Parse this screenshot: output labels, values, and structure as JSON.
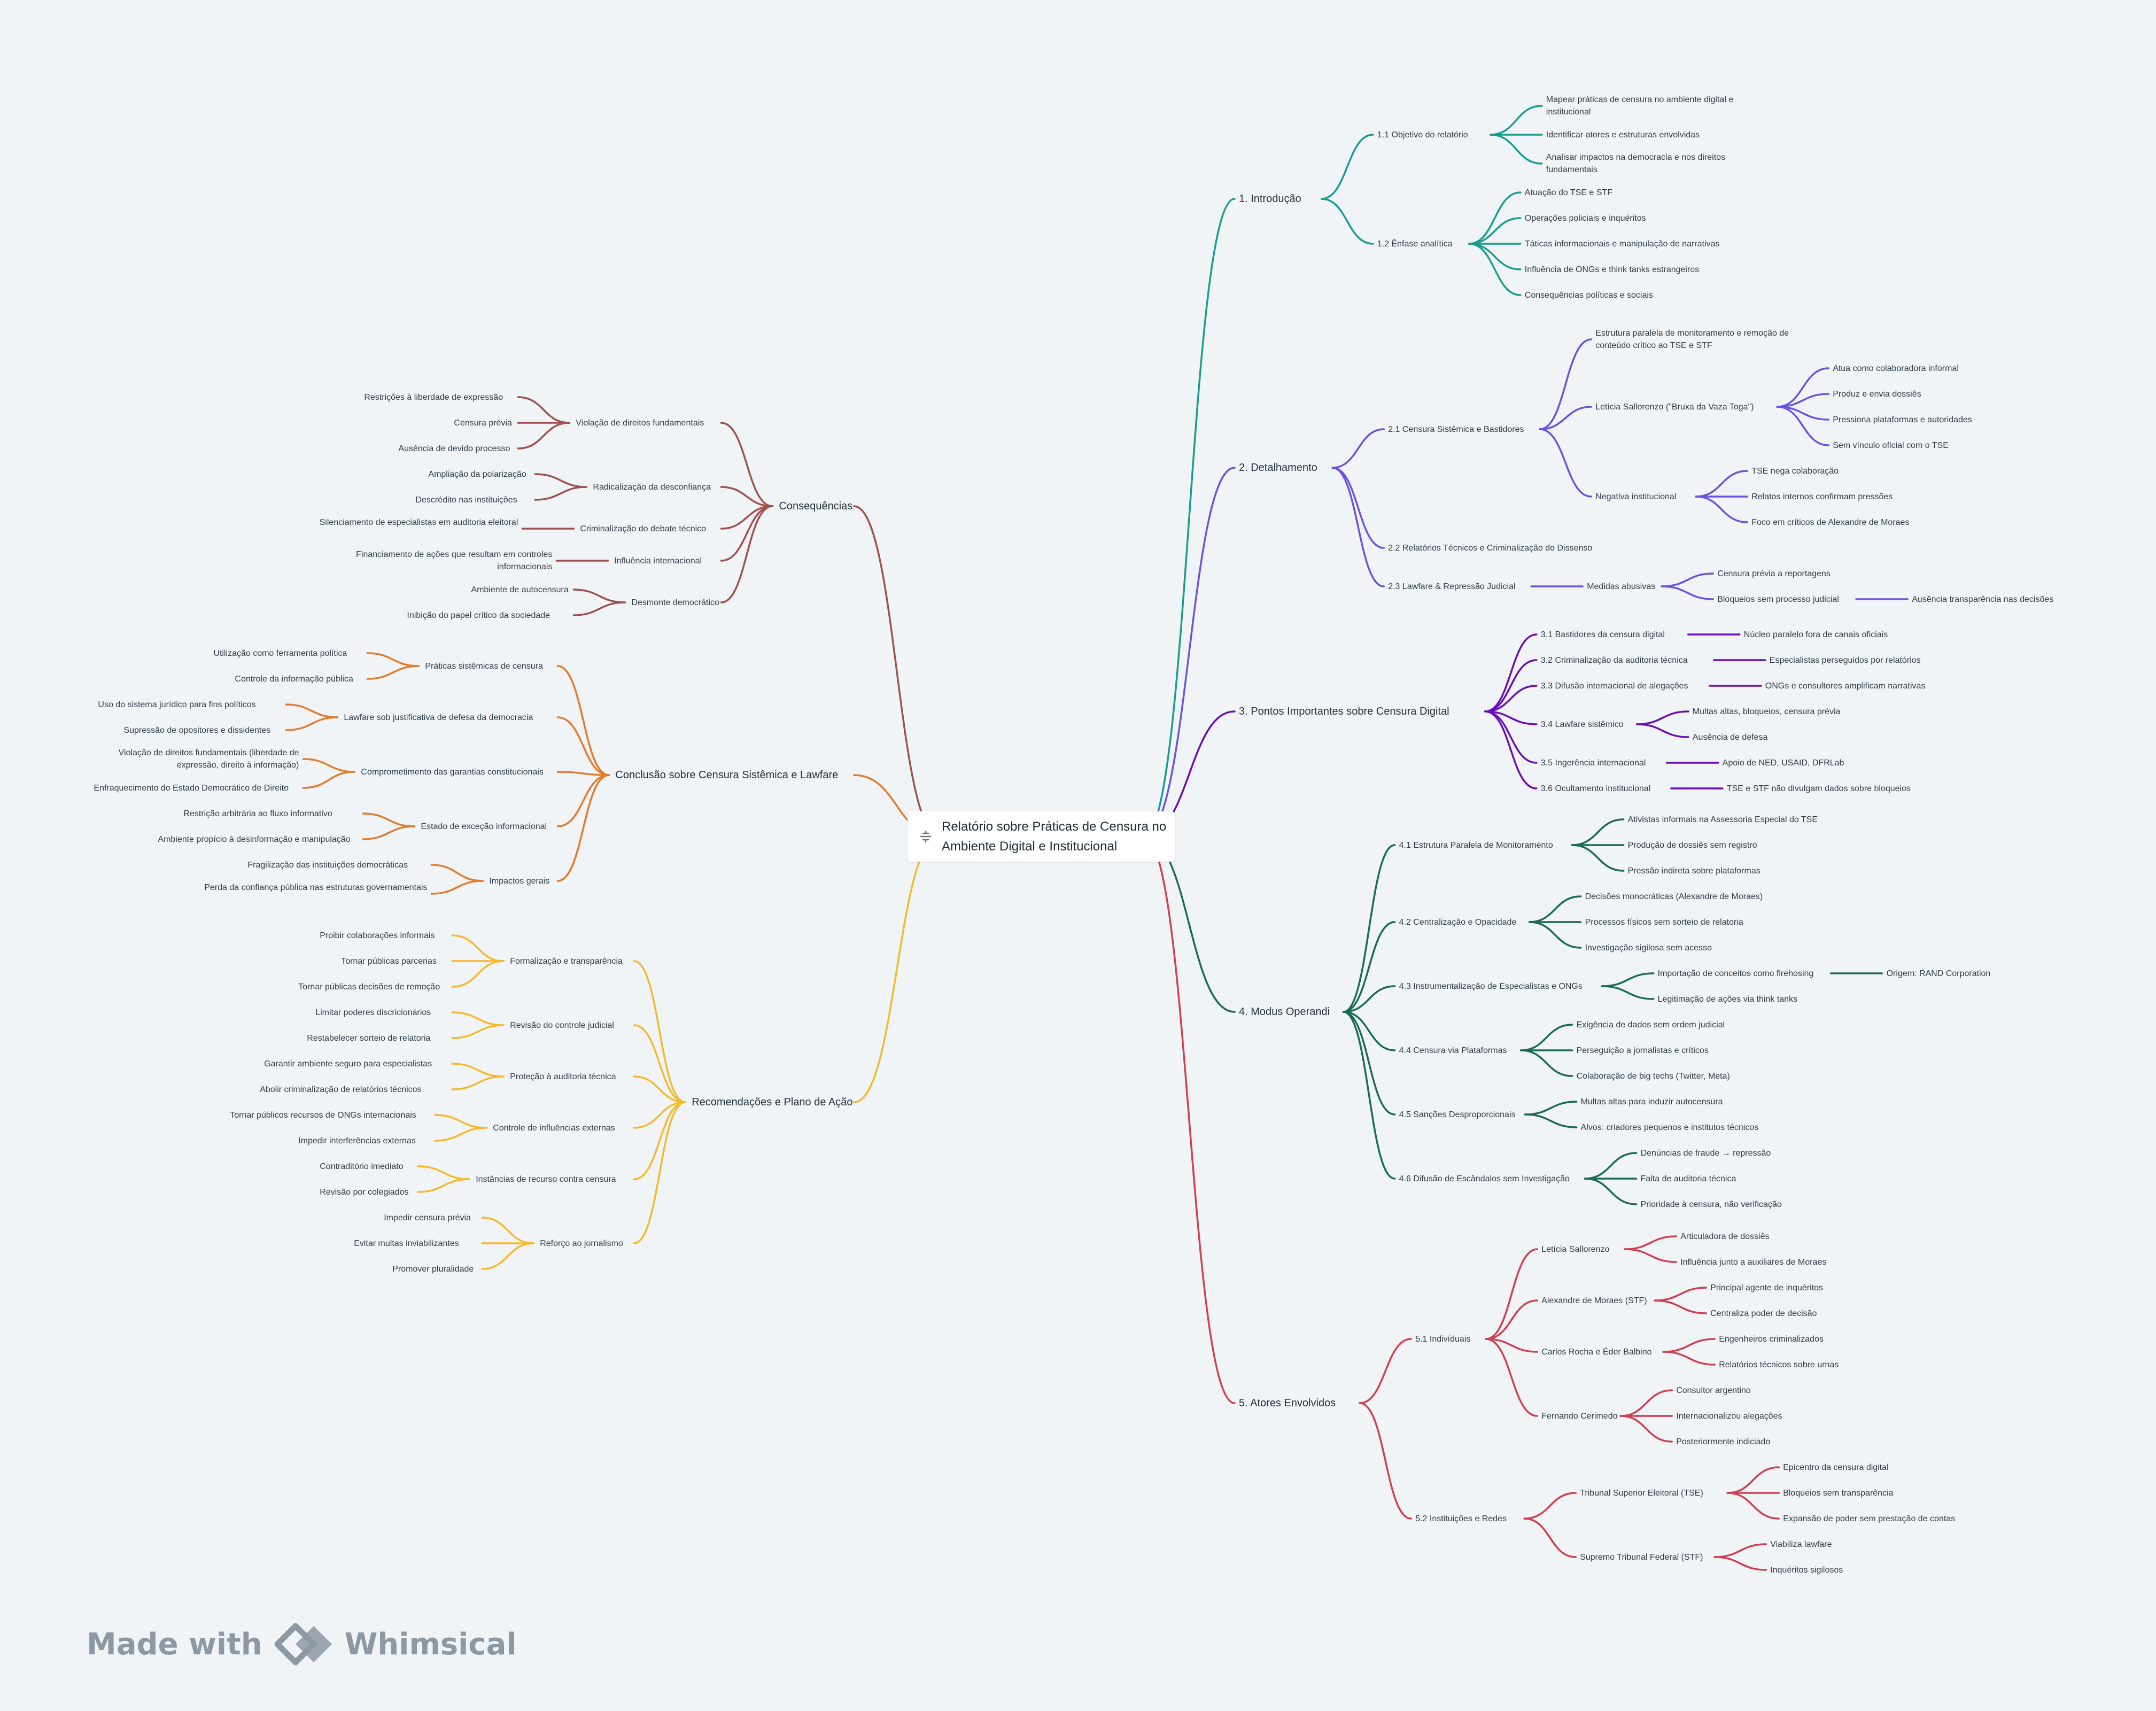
{
  "root": {
    "title": "Relatório sobre Práticas de Censura no Ambiente Digital e Institucional"
  },
  "watermark": {
    "prefix": "Made with",
    "brand": "Whimsical"
  },
  "colors": {
    "introducao": "#1a9e8c",
    "detalhamento": "#6b52e0",
    "pontos": "#6a0fb5",
    "modus": "#1a6b52",
    "atores": "#d13f53",
    "consequencias": "#a0504f",
    "conclusao": "#e37b2e",
    "recomendacoes": "#f5b92d",
    "watermark": "#8d98a3"
  },
  "branches": [
    {
      "id": "introducao",
      "side": "right",
      "label": "1.  Introdução",
      "children": [
        {
          "label": "1.1 Objetivo do relatório",
          "children": [
            {
              "label": "Mapear práticas de censura no ambiente digital e institucional"
            },
            {
              "label": "Identificar atores e estruturas envolvidas"
            },
            {
              "label": "Analisar impactos na democracia e nos direitos fundamentais"
            }
          ]
        },
        {
          "label": "1.2 Ênfase analítica",
          "children": [
            {
              "label": "Atuação do TSE e STF"
            },
            {
              "label": "Operações policiais e inquéritos"
            },
            {
              "label": "Táticas informacionais e manipulação de narrativas"
            },
            {
              "label": "Influência de ONGs e think tanks estrangeiros"
            },
            {
              "label": "Consequências políticas e sociais"
            }
          ]
        }
      ]
    },
    {
      "id": "detalhamento",
      "side": "right",
      "label": "2.  Detalhamento",
      "children": [
        {
          "label": "2.1 Censura Sistêmica e Bastidores",
          "children": [
            {
              "label": "Estrutura paralela de monitoramento e remoção de conteúdo crítico ao TSE e STF"
            },
            {
              "label": "Letícia Sallorenzo (\"Bruxa da Vaza Toga\")",
              "children": [
                {
                  "label": "Atua como colaboradora informal"
                },
                {
                  "label": "Produz e envia dossiês"
                },
                {
                  "label": "Pressiona plataformas e autoridades"
                },
                {
                  "label": "Sem vínculo oficial com o TSE"
                }
              ]
            },
            {
              "label": "Negativa institucional",
              "children": [
                {
                  "label": "TSE nega colaboração"
                },
                {
                  "label": "Relatos internos confirmam pressões"
                },
                {
                  "label": "Foco em críticos de Alexandre de Moraes"
                }
              ]
            }
          ]
        },
        {
          "label": "2.2 Relatórios Técnicos e Criminalização do Dissenso"
        },
        {
          "label": "2.3 Lawfare & Repressão Judicial",
          "children": [
            {
              "label": "Medidas abusivas",
              "children": [
                {
                  "label": "Censura prévia a reportagens"
                },
                {
                  "label": "Bloqueios sem processo judicial",
                  "children": [
                    {
                      "label": "Ausência transparência nas decisões"
                    }
                  ]
                }
              ]
            }
          ]
        }
      ]
    },
    {
      "id": "pontos",
      "side": "right",
      "label": "3.  Pontos Importantes sobre Censura Digital",
      "children": [
        {
          "label": "3.1 Bastidores da censura digital",
          "children": [
            {
              "label": "Núcleo paralelo fora de canais oficiais"
            }
          ]
        },
        {
          "label": "3.2 Criminalização da auditoria técnica",
          "children": [
            {
              "label": "Especialistas perseguidos por relatórios"
            }
          ]
        },
        {
          "label": "3.3 Difusão internacional de alegações",
          "children": [
            {
              "label": "ONGs e consultores amplificam narrativas"
            }
          ]
        },
        {
          "label": "3.4 Lawfare sistêmico",
          "children": [
            {
              "label": "Multas altas, bloqueios, censura prévia"
            },
            {
              "label": "Ausência de defesa"
            }
          ]
        },
        {
          "label": "3.5 Ingerência internacional",
          "children": [
            {
              "label": "Apoio de NED, USAID, DFRLab"
            }
          ]
        },
        {
          "label": "3.6 Ocultamento institucional",
          "children": [
            {
              "label": "TSE e STF não divulgam dados sobre bloqueios"
            }
          ]
        }
      ]
    },
    {
      "id": "modus",
      "side": "right",
      "label": "4.  Modus Operandi",
      "children": [
        {
          "label": "4.1 Estrutura Paralela de Monitoramento",
          "children": [
            {
              "label": "Ativistas informais na Assessoria Especial do TSE"
            },
            {
              "label": "Produção de dossiês sem registro"
            },
            {
              "label": "Pressão indireta sobre plataformas"
            }
          ]
        },
        {
          "label": "4.2 Centralização e Opacidade",
          "children": [
            {
              "label": "Decisões monocráticas (Alexandre de Moraes)"
            },
            {
              "label": "Processos físicos sem sorteio de relatoria"
            },
            {
              "label": "Investigação sigilosa sem acesso"
            }
          ]
        },
        {
          "label": "4.3 Instrumentalização de Especialistas e ONGs",
          "children": [
            {
              "label": "Importação de conceitos como firehosing",
              "children": [
                {
                  "label": "Origem: RAND Corporation"
                }
              ]
            },
            {
              "label": "Legitimação de ações via think tanks"
            }
          ]
        },
        {
          "label": "4.4 Censura via Plataformas",
          "children": [
            {
              "label": "Exigência de dados sem ordem judicial"
            },
            {
              "label": "Perseguição a jornalistas e críticos"
            },
            {
              "label": "Colaboração de big techs (Twitter, Meta)"
            }
          ]
        },
        {
          "label": "4.5 Sanções Desproporcionais",
          "children": [
            {
              "label": "Multas altas para induzir autocensura"
            },
            {
              "label": "Alvos: criadores pequenos e institutos técnicos"
            }
          ]
        },
        {
          "label": "4.6 Difusão de Escândalos sem Investigação",
          "children": [
            {
              "label": "Denúncias de fraude → repressão"
            },
            {
              "label": "Falta de auditoria técnica"
            },
            {
              "label": "Prioridade à censura, não verificação"
            }
          ]
        }
      ]
    },
    {
      "id": "atores",
      "side": "right",
      "label": "5.  Atores Envolvidos",
      "children": [
        {
          "label": "5.1 Indivíduais",
          "children": [
            {
              "label": "Letícia Sallorenzo",
              "children": [
                {
                  "label": "Articuladora de dossiês"
                },
                {
                  "label": "Influência junto a auxiliares de Moraes"
                }
              ]
            },
            {
              "label": "Alexandre de Moraes (STF)",
              "children": [
                {
                  "label": "Principal agente de inquéritos"
                },
                {
                  "label": "Centraliza poder de decisão"
                }
              ]
            },
            {
              "label": "Carlos Rocha e Éder Balbino",
              "children": [
                {
                  "label": "Engenheiros criminalizados"
                },
                {
                  "label": "Relatórios técnicos sobre urnas"
                }
              ]
            },
            {
              "label": "Fernando Cerimedo",
              "children": [
                {
                  "label": "Consultor argentino"
                },
                {
                  "label": "Internacionalizou alegações"
                },
                {
                  "label": "Posteriormente indiciado"
                }
              ]
            }
          ]
        },
        {
          "label": "5.2 Instituições e Redes",
          "children": [
            {
              "label": "Tribunal Superior Eleitoral (TSE)",
              "children": [
                {
                  "label": "Epicentro da censura digital"
                },
                {
                  "label": "Bloqueios sem transparência"
                },
                {
                  "label": "Expansão de poder sem prestação de contas"
                }
              ]
            },
            {
              "label": "Supremo Tribunal Federal (STF)",
              "children": [
                {
                  "label": "Viabiliza lawfare"
                },
                {
                  "label": "Inquéritos sigilosos"
                }
              ]
            }
          ]
        }
      ]
    },
    {
      "id": "consequencias",
      "side": "left",
      "label": "Consequências",
      "children": [
        {
          "label": "Violação de direitos fundamentais",
          "children": [
            {
              "label": "Restrições à liberdade de expressão"
            },
            {
              "label": "Censura prévia"
            },
            {
              "label": "Ausência de devido processo"
            }
          ]
        },
        {
          "label": "Radicalização da desconfiança",
          "children": [
            {
              "label": "Ampliação da polarização"
            },
            {
              "label": "Descrédito nas instituições"
            }
          ]
        },
        {
          "label": "Criminalização do debate técnico",
          "children": [
            {
              "label": "Silenciamento de especialistas em auditoria eleitoral"
            }
          ]
        },
        {
          "label": "Influência internacional",
          "children": [
            {
              "label": "Financiamento de ações que resultam em controles informacionais"
            }
          ]
        },
        {
          "label": "Desmonte democrático",
          "children": [
            {
              "label": "Ambiente de autocensura"
            },
            {
              "label": "Inibição do papel crítico da sociedade"
            }
          ]
        }
      ]
    },
    {
      "id": "conclusao",
      "side": "left",
      "label": "Conclusão sobre Censura Sistêmica e Lawfare",
      "children": [
        {
          "label": "Práticas sistêmicas de censura",
          "children": [
            {
              "label": "Utilização como ferramenta política"
            },
            {
              "label": "Controle da informação pública"
            }
          ]
        },
        {
          "label": "Lawfare sob justificativa de defesa da democracia",
          "children": [
            {
              "label": "Uso do sistema jurídico para fins políticos"
            },
            {
              "label": "Supressão de opositores e dissidentes"
            }
          ]
        },
        {
          "label": "Comprometimento das garantias constitucionais",
          "children": [
            {
              "label": "Violação de direitos fundamentais (liberdade de expressão, direito à informação)"
            },
            {
              "label": "Enfraquecimento do Estado Democrático de Direito"
            }
          ]
        },
        {
          "label": "Estado de exceção informacional",
          "children": [
            {
              "label": "Restrição arbitrária ao fluxo informativo"
            },
            {
              "label": "Ambiente propício à desinformação e manipulação"
            }
          ]
        },
        {
          "label": "Impactos gerais",
          "children": [
            {
              "label": "Fragilização das instituições democráticas"
            },
            {
              "label": "Perda da confiança pública nas estruturas governamentais"
            }
          ]
        }
      ]
    },
    {
      "id": "recomendacoes",
      "side": "left",
      "label": "Recomendações e Plano de Ação",
      "children": [
        {
          "label": "Formalização e transparência",
          "children": [
            {
              "label": "Proibir colaborações informais"
            },
            {
              "label": "Tornar públicas parcerias"
            },
            {
              "label": "Tornar públicas decisões de remoção"
            }
          ]
        },
        {
          "label": "Revisão do controle judicial",
          "children": [
            {
              "label": "Limitar poderes discricionários"
            },
            {
              "label": "Restabelecer sorteio de relatoria"
            }
          ]
        },
        {
          "label": "Proteção à auditoria técnica",
          "children": [
            {
              "label": "Garantir ambiente seguro para especialistas"
            },
            {
              "label": "Abolir criminalização de relatórios técnicos"
            }
          ]
        },
        {
          "label": "Controle de influências externas",
          "children": [
            {
              "label": "Tornar públicos recursos de ONGs internacionais"
            },
            {
              "label": "Impedir interferências externas"
            }
          ]
        },
        {
          "label": "Instâncias de recurso contra censura",
          "children": [
            {
              "label": "Contraditório imediato"
            },
            {
              "label": "Revisão por colegiados"
            }
          ]
        },
        {
          "label": "Reforço ao jornalismo",
          "children": [
            {
              "label": "Impedir censura prévia"
            },
            {
              "label": "Evitar multas inviabilizantes"
            },
            {
              "label": "Promover pluralidade"
            }
          ]
        }
      ]
    }
  ]
}
